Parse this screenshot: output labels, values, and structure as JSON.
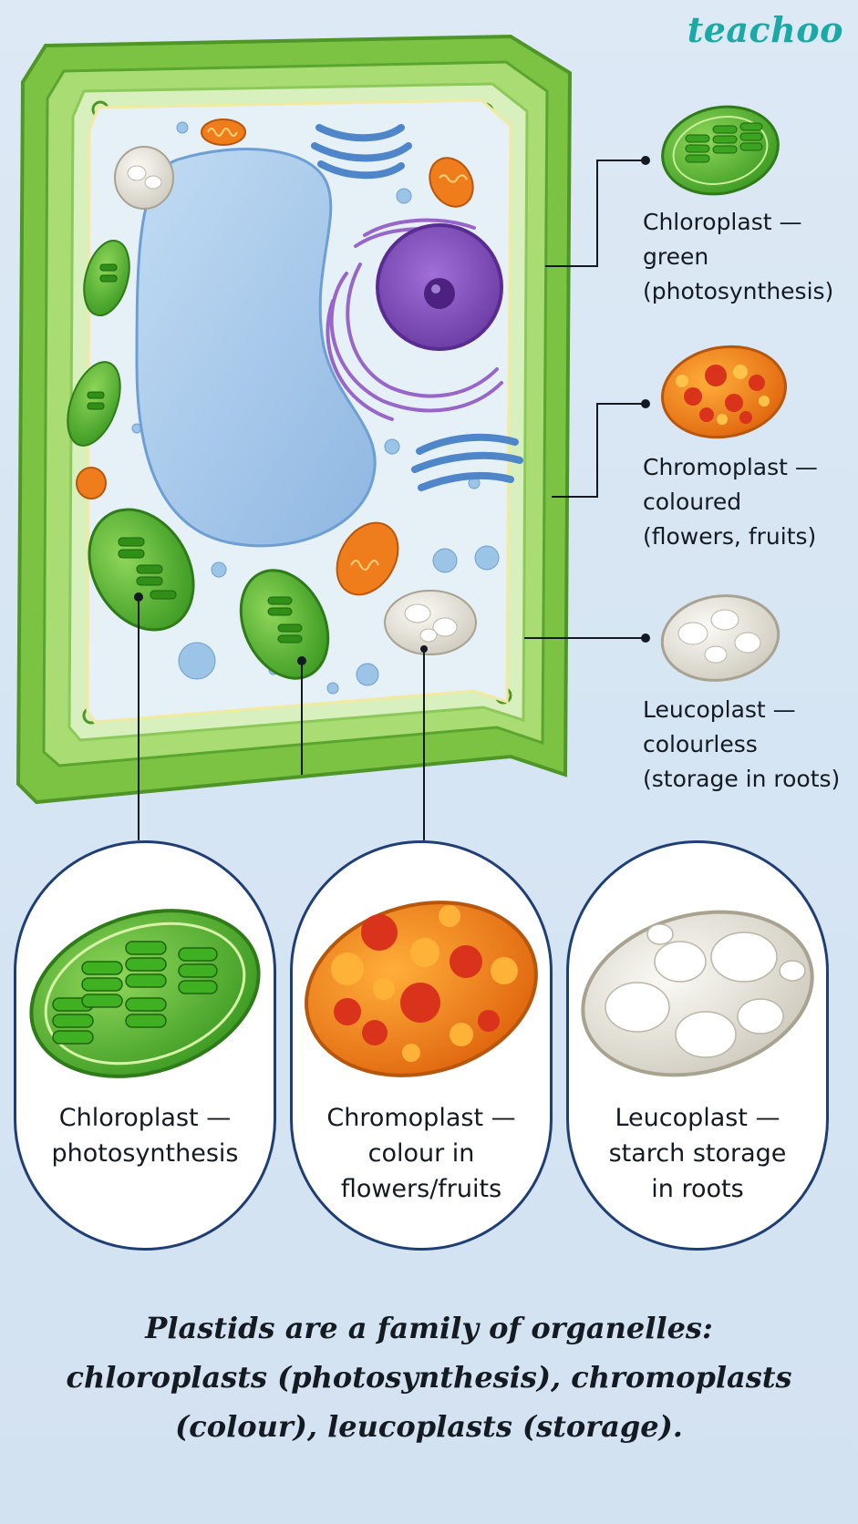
{
  "brand": "teachoo",
  "side_labels": [
    {
      "line1": "Chloroplast —",
      "line2": "green",
      "line3": "(photosynthesis)"
    },
    {
      "line1": "Chromoplast —",
      "line2": "coloured",
      "line3": "(flowers, fruits)"
    },
    {
      "line1": "Leucoplast —",
      "line2": "colourless",
      "line3": "(storage in roots)"
    }
  ],
  "cards": [
    {
      "line1": "Chloroplast —",
      "line2": "photosynthesis",
      "line3": ""
    },
    {
      "line1": "Chromoplast —",
      "line2": "colour in",
      "line3": "flowers/fruits"
    },
    {
      "line1": "Leucoplast —",
      "line2": "starch storage",
      "line3": "in roots"
    }
  ],
  "caption": {
    "line1": "Plastids are a family of organelles:",
    "line2": "chloroplasts (photosynthesis), chromoplasts",
    "line3": "(colour), leucoplasts (storage)."
  },
  "colors": {
    "cell_wall": "#7cc243",
    "chloroplast": "#4cae2c",
    "chromoplast": "#f07d1c",
    "leucoplast": "#e4e1d6",
    "vacuole": "#a8c9ea",
    "nucleus": "#8d5bc2",
    "card_border": "#1f3f74",
    "brand": "#1ba9a6"
  }
}
